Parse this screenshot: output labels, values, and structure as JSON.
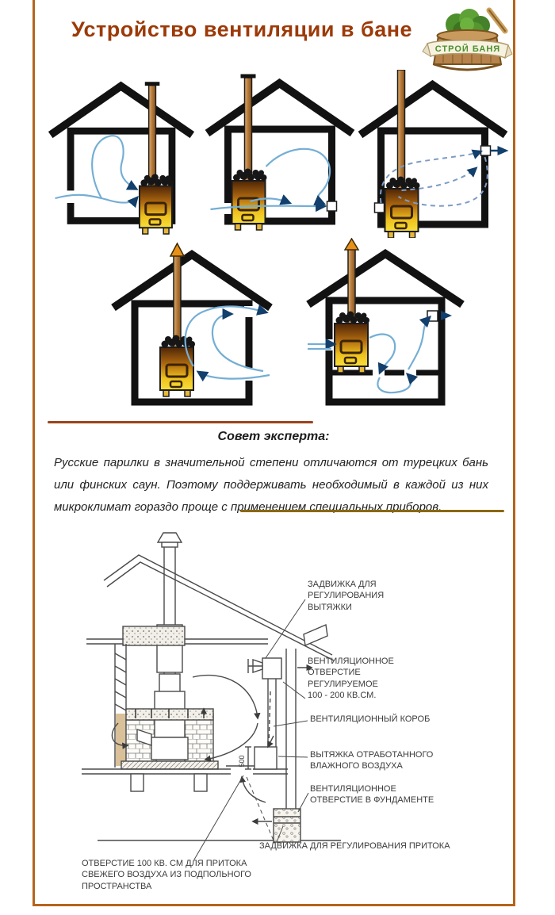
{
  "header": {
    "title": "Устройство вентиляции в бане",
    "logo_text": "СТРОЙ БАНЯ"
  },
  "advice": {
    "heading": "Совет эксперта:",
    "body": "Русские парилки в значительной степени отличаются от турецких бань или финских саун. Поэтому поддерживать необходимый в каждой из них микроклимат гораздо проще с применением специальных приборов."
  },
  "drawing": {
    "dimension_500": "500",
    "labels": {
      "exhaust_damper": "ЗАДВИЖКА ДЛЯ\nРЕГУЛИРОВАНИЯ\nВЫТЯЖКИ",
      "adjustable_vent": "ВЕНТИЛЯЦИОННОЕ\nОТВЕРСТИЕ\nРЕГУЛИРУЕМОЕ\n100 - 200 КВ.СМ.",
      "vent_duct": "ВЕНТИЛЯЦИОННЫЙ КОРОБ",
      "exhaust_humid_air": "ВЫТЯЖКА ОТРАБОТАННОГО\nВЛАЖНОГО ВОЗДУХА",
      "foundation_vent": "ВЕНТИЛЯЦИОННОЕ\nОТВЕРСТИЕ В ФУНДАМЕНТЕ",
      "intake_damper": "ЗАДВИЖКА ДЛЯ РЕГУЛИРОВАНИЯ ПРИТОКА",
      "underfloor_intake": "ОТВЕРСТИЕ 100 КВ. СМ ДЛЯ ПРИТОКА\nСВЕЖЕГО ВОЗДУХА ИЗ ПОДПОЛЬНОГО\nПРОСТРАНСТВА"
    }
  },
  "colors": {
    "frame": "#b5641c",
    "title": "#9c3a08",
    "divider_top": "#9c431c",
    "divider_bottom": "#8a6812",
    "flow_blue": "#74aed4",
    "stove_yellow": "#f2c71d"
  }
}
